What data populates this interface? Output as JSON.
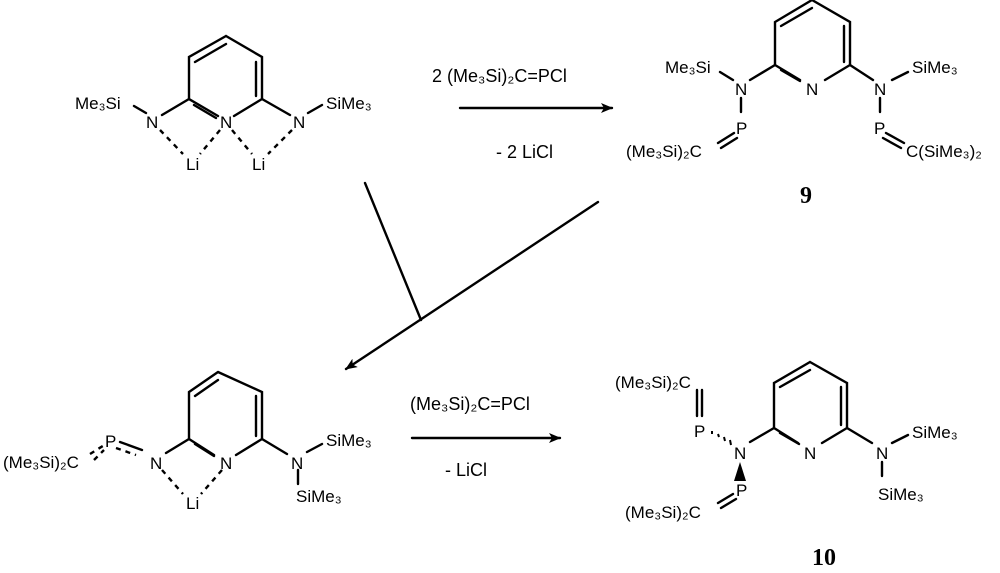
{
  "reaction_top": {
    "reagent": "2 (Me₃Si)₂C=PCl",
    "byproduct": "- 2 LiCl"
  },
  "reaction_bottom": {
    "reagent": "(Me₃Si)₂C=PCl",
    "byproduct": "-  LiCl"
  },
  "start_material": {
    "n_left_sub": "Me₃Si",
    "n_right_sub": "SiMe₃",
    "ring_n": "N",
    "n_left": "N",
    "n_right": "N",
    "li1": "Li",
    "li2": "Li"
  },
  "compound_9": {
    "number": "9",
    "n_left_sub": "Me₃Si",
    "n_right_sub": "SiMe₃",
    "ring_n": "N",
    "n_left": "N",
    "n_right": "N",
    "p_left": "P",
    "p_right": "P",
    "c_left": "(Me₃Si)₂C",
    "c_right": "C(SiMe₃)₂"
  },
  "intermediate": {
    "c_left": "(Me₃Si)₂C",
    "p": "P",
    "n_left": "N",
    "ring_n": "N",
    "n_right": "N",
    "si_right": "SiMe₃",
    "si_down": "SiMe₃",
    "li": "Li"
  },
  "compound_10": {
    "number": "10",
    "c_top": "(Me₃Si)₂C",
    "p_top": "P",
    "n_left": "N",
    "p_bottom": "P",
    "c_bottom": "(Me₃Si)₂C",
    "ring_n": "N",
    "n_right": "N",
    "si_right": "SiMe₃",
    "si_down": "SiMe₃"
  }
}
